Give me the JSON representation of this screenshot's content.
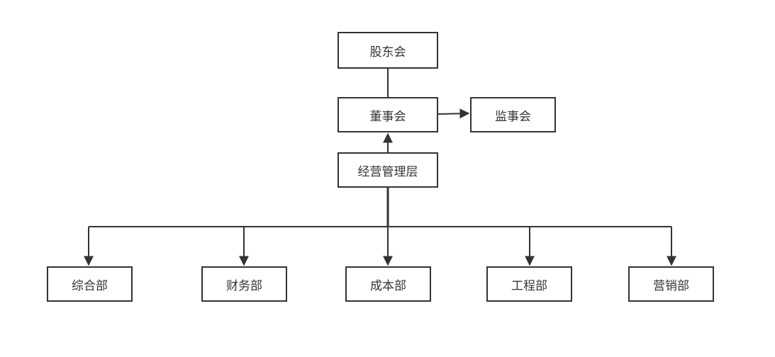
{
  "nodes": {
    "shareholders": "股东会",
    "board": "董事会",
    "supervisors": "监事会",
    "management": "经营管理层",
    "departments": [
      "综合部",
      "财务部",
      "成本部",
      "工程部",
      "营销部"
    ]
  },
  "colors": {
    "line": "#333333",
    "box_border": "#333333",
    "text": "#333333",
    "background": "#ffffff"
  }
}
